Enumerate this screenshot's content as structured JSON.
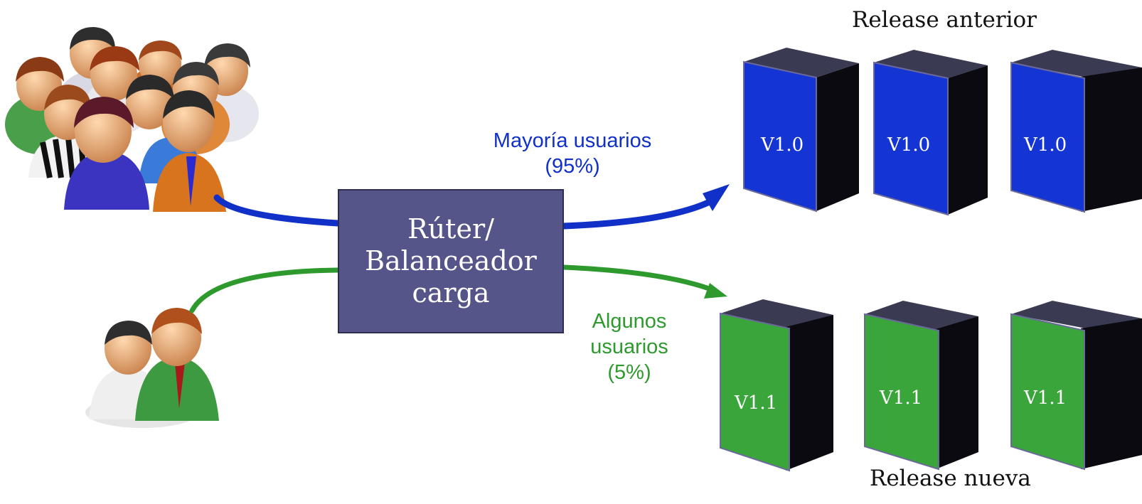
{
  "labels": {
    "release_top": "Release anterior",
    "release_bottom": "Release nueva",
    "majority_line1": "Mayoría usuarios",
    "majority_line2": "(95%)",
    "some_line1": "Algunos",
    "some_line2": "usuarios",
    "some_line3": "(5%)"
  },
  "router": {
    "line1": "Rúter/",
    "line2": "Balanceador",
    "line3": "carga"
  },
  "servers_old": [
    {
      "label": "V1.0"
    },
    {
      "label": "V1.0"
    },
    {
      "label": "V1.0"
    }
  ],
  "servers_new": [
    {
      "label": "V1.1"
    },
    {
      "label": "V1.1"
    },
    {
      "label": "V1.1"
    }
  ],
  "colors": {
    "majority": "#1030c8",
    "minority": "#2e9a2e",
    "router_fill": "#55558a",
    "server_old_front": "#1434d4",
    "server_new_front": "#3aa53a",
    "server_side": "#0a0a10",
    "server_top": "#3a3a52"
  }
}
